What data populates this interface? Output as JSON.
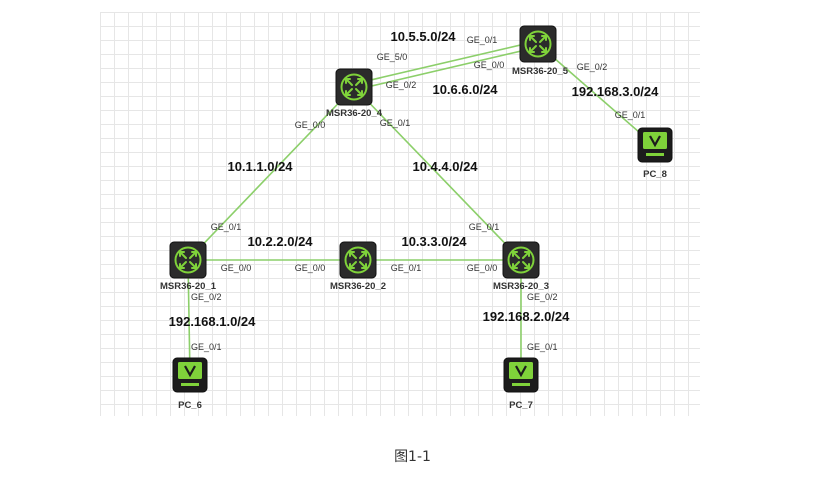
{
  "caption": "图1-1",
  "devices": [
    {
      "id": "r4",
      "type": "router",
      "label": "MSR36-20_4"
    },
    {
      "id": "r5",
      "type": "router",
      "label": "MSR36-20_5"
    },
    {
      "id": "r1",
      "type": "router",
      "label": "MSR36-20_1"
    },
    {
      "id": "r2",
      "type": "router",
      "label": "MSR36-20_2"
    },
    {
      "id": "r3",
      "type": "router",
      "label": "MSR36-20_3"
    },
    {
      "id": "pc8",
      "type": "pc",
      "label": "PC_8"
    },
    {
      "id": "pc6",
      "type": "pc",
      "label": "PC_6"
    },
    {
      "id": "pc7",
      "type": "pc",
      "label": "PC_7"
    }
  ],
  "links": [
    {
      "id": "l-r4-r5-a",
      "from": "r4",
      "to": "r5",
      "network": "10.5.5.0/24",
      "from_port": "GE_5/0",
      "to_port": "GE_0/1"
    },
    {
      "id": "l-r4-r5-b",
      "from": "r4",
      "to": "r5",
      "network": "10.6.6.0/24",
      "from_port": "GE_0/2",
      "to_port": "GE_0/0"
    },
    {
      "id": "l-r5-pc8",
      "from": "r5",
      "to": "pc8",
      "network": "192.168.3.0/24",
      "from_port": "GE_0/2",
      "to_port": "GE_0/1"
    },
    {
      "id": "l-r4-r1",
      "from": "r4",
      "to": "r1",
      "network": "10.1.1.0/24",
      "from_port": "GE_0/0",
      "to_port": "GE_0/1"
    },
    {
      "id": "l-r4-r3",
      "from": "r4",
      "to": "r3",
      "network": "10.4.4.0/24",
      "from_port": "GE_0/1",
      "to_port": "GE_0/1"
    },
    {
      "id": "l-r1-r2",
      "from": "r1",
      "to": "r2",
      "network": "10.2.2.0/24",
      "from_port": "GE_0/0",
      "to_port": "GE_0/0"
    },
    {
      "id": "l-r2-r3",
      "from": "r2",
      "to": "r3",
      "network": "10.3.3.0/24",
      "from_port": "GE_0/1",
      "to_port": "GE_0/0"
    },
    {
      "id": "l-r1-pc6",
      "from": "r1",
      "to": "pc6",
      "network": "192.168.1.0/24",
      "from_port": "GE_0/2",
      "to_port": "GE_0/1"
    },
    {
      "id": "l-r3-pc7",
      "from": "r3",
      "to": "pc7",
      "network": "192.168.2.0/24",
      "from_port": "GE_0/2",
      "to_port": "GE_0/1"
    }
  ],
  "colors": {
    "link": "#8ccf6a",
    "router_body": "#2b2b2b",
    "router_icon": "#7fd23a",
    "pc_screen": "#7fd23a"
  }
}
